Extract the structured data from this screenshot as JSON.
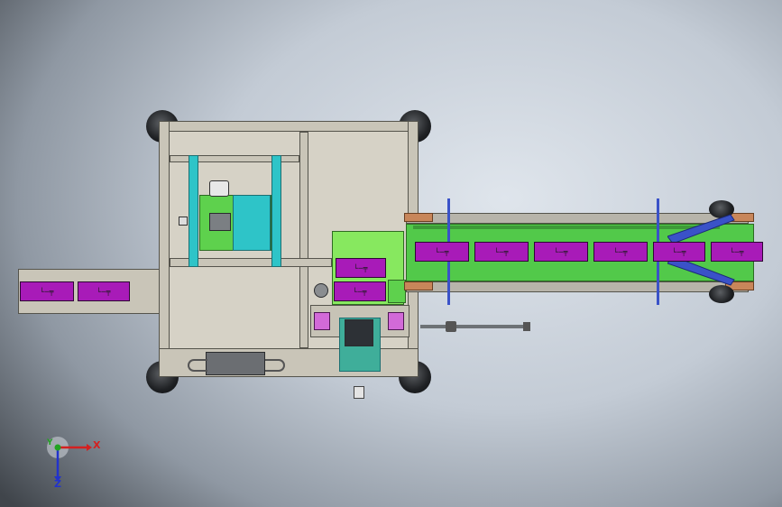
{
  "scene": {
    "box_labels": {
      "left_conveyor": [
        "└─╤",
        "└─╤"
      ],
      "center_stack": [
        "└─╤",
        "└─╤"
      ],
      "right_conveyor": [
        "└─╤",
        "└─╤",
        "└─╤",
        "└─╤",
        "└─╤",
        "└─╤"
      ]
    }
  },
  "triad": {
    "x_label": "X",
    "y_label": "Y",
    "z_label": "Z",
    "x_color": "#d42020",
    "y_color": "#22a322",
    "z_color": "#2233cc"
  }
}
